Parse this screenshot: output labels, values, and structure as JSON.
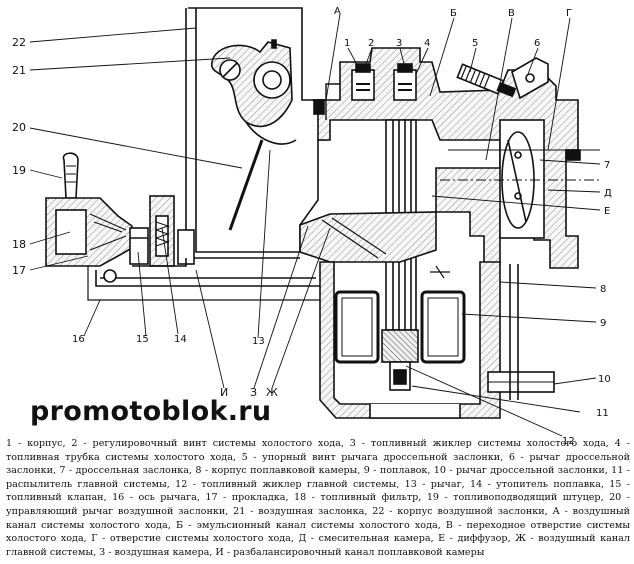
{
  "labels": {
    "n1": "1",
    "n2": "2",
    "n3": "3",
    "n4": "4",
    "n5": "5",
    "n6": "6",
    "n7": "7",
    "n8": "8",
    "n9": "9",
    "n10": "10",
    "n11": "11",
    "n12": "12",
    "n13": "13",
    "n14": "14",
    "n15": "15",
    "n16": "16",
    "n17": "17",
    "n18": "18",
    "n19": "19",
    "n20": "20",
    "n21": "21",
    "n22": "22",
    "A": "А",
    "B": "Б",
    "V": "В",
    "G": "Г",
    "D": "Д",
    "E": "Е",
    "I": "И",
    "Zh": "Ж",
    "Z": "З"
  },
  "watermark": "promotoblok.ru",
  "legend": "1 - корпус, 2 - регулировочный винт системы холостого хода, 3 - топливный жиклер системы холостого хода, 4 - топливная трубка системы холостого хода, 5 - упорный винт рычага дроссельной заслонки, 6 - рычаг дроссельной заслонки, 7 - дроссельная заслонка, 8 - корпус поплавковой камеры, 9 - поплавок, 10 - рычаг дроссельной заслонки, 11 - распылитель главной системы, 12 - топливный жиклер главной системы, 13 - рычаг, 14 - утопитель поплавка, 15 - топливный клапан, 16 - ось рычага, 17 - прокладка, 18 - топливный фильтр, 19 - топливоподводящий штуцер, 20 - управляющий рычаг воздушной заслонки, 21 - воздушная заслонка, 22 - корпус воздушной заслонки, А - воздушный канал системы холостого хода, Б - эмульсионный канал системы холостого хода, В - переходное отверстие системы холостого хода, Г - отверстие системы холостого хода, Д - смесительная камера, Е - диффузор, Ж - воздушный канал главной системы, З - воздушная камера, И - разбалансировочный канал поплавковой камеры"
}
